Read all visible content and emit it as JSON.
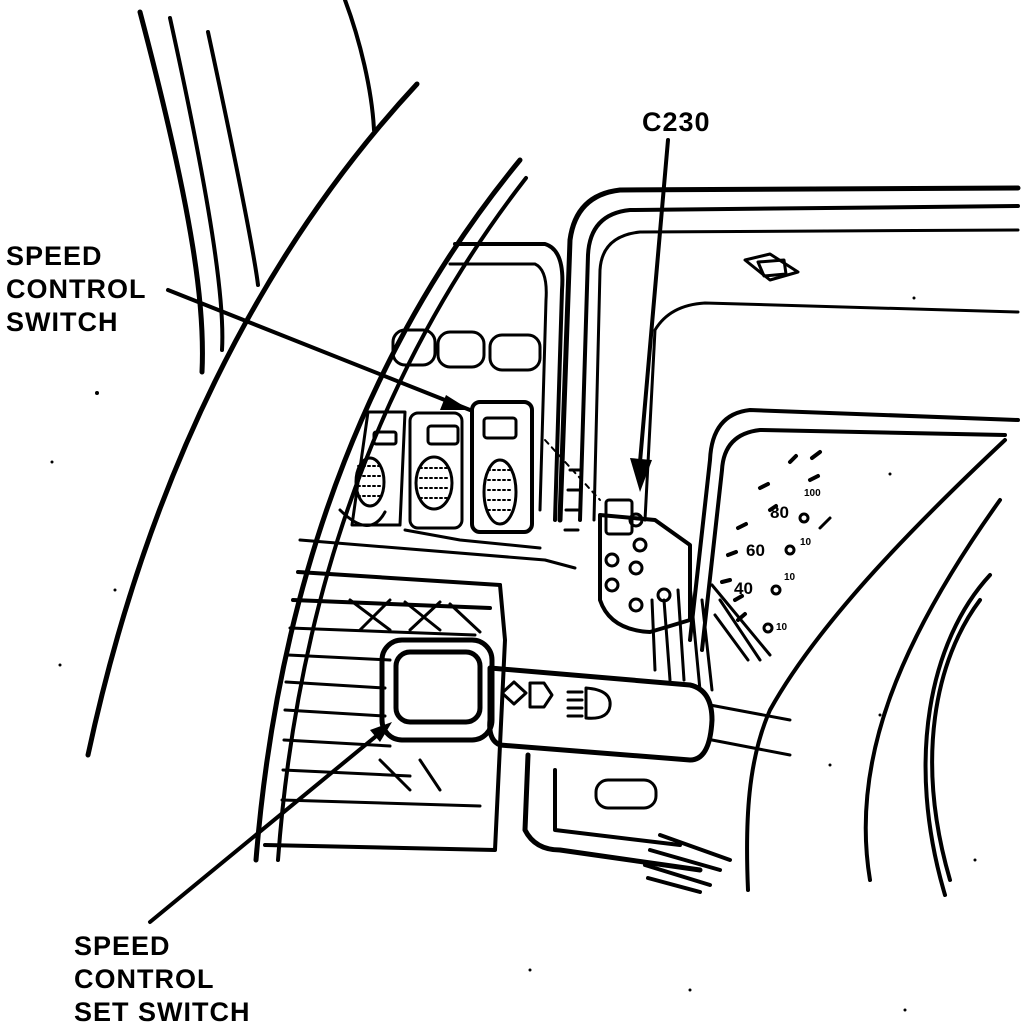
{
  "callouts": {
    "speed_control_switch": [
      "SPEED",
      "CONTROL",
      "SWITCH"
    ],
    "speed_control_set_switch": [
      "SPEED",
      "CONTROL",
      "SET SWITCH"
    ],
    "connector": "C230"
  },
  "gauge": {
    "numbers": [
      "80",
      "60",
      "40"
    ],
    "small_marks": [
      "100",
      "10",
      "10",
      "10"
    ]
  },
  "colors": {
    "ink": "#000000",
    "paper": "#ffffff"
  }
}
